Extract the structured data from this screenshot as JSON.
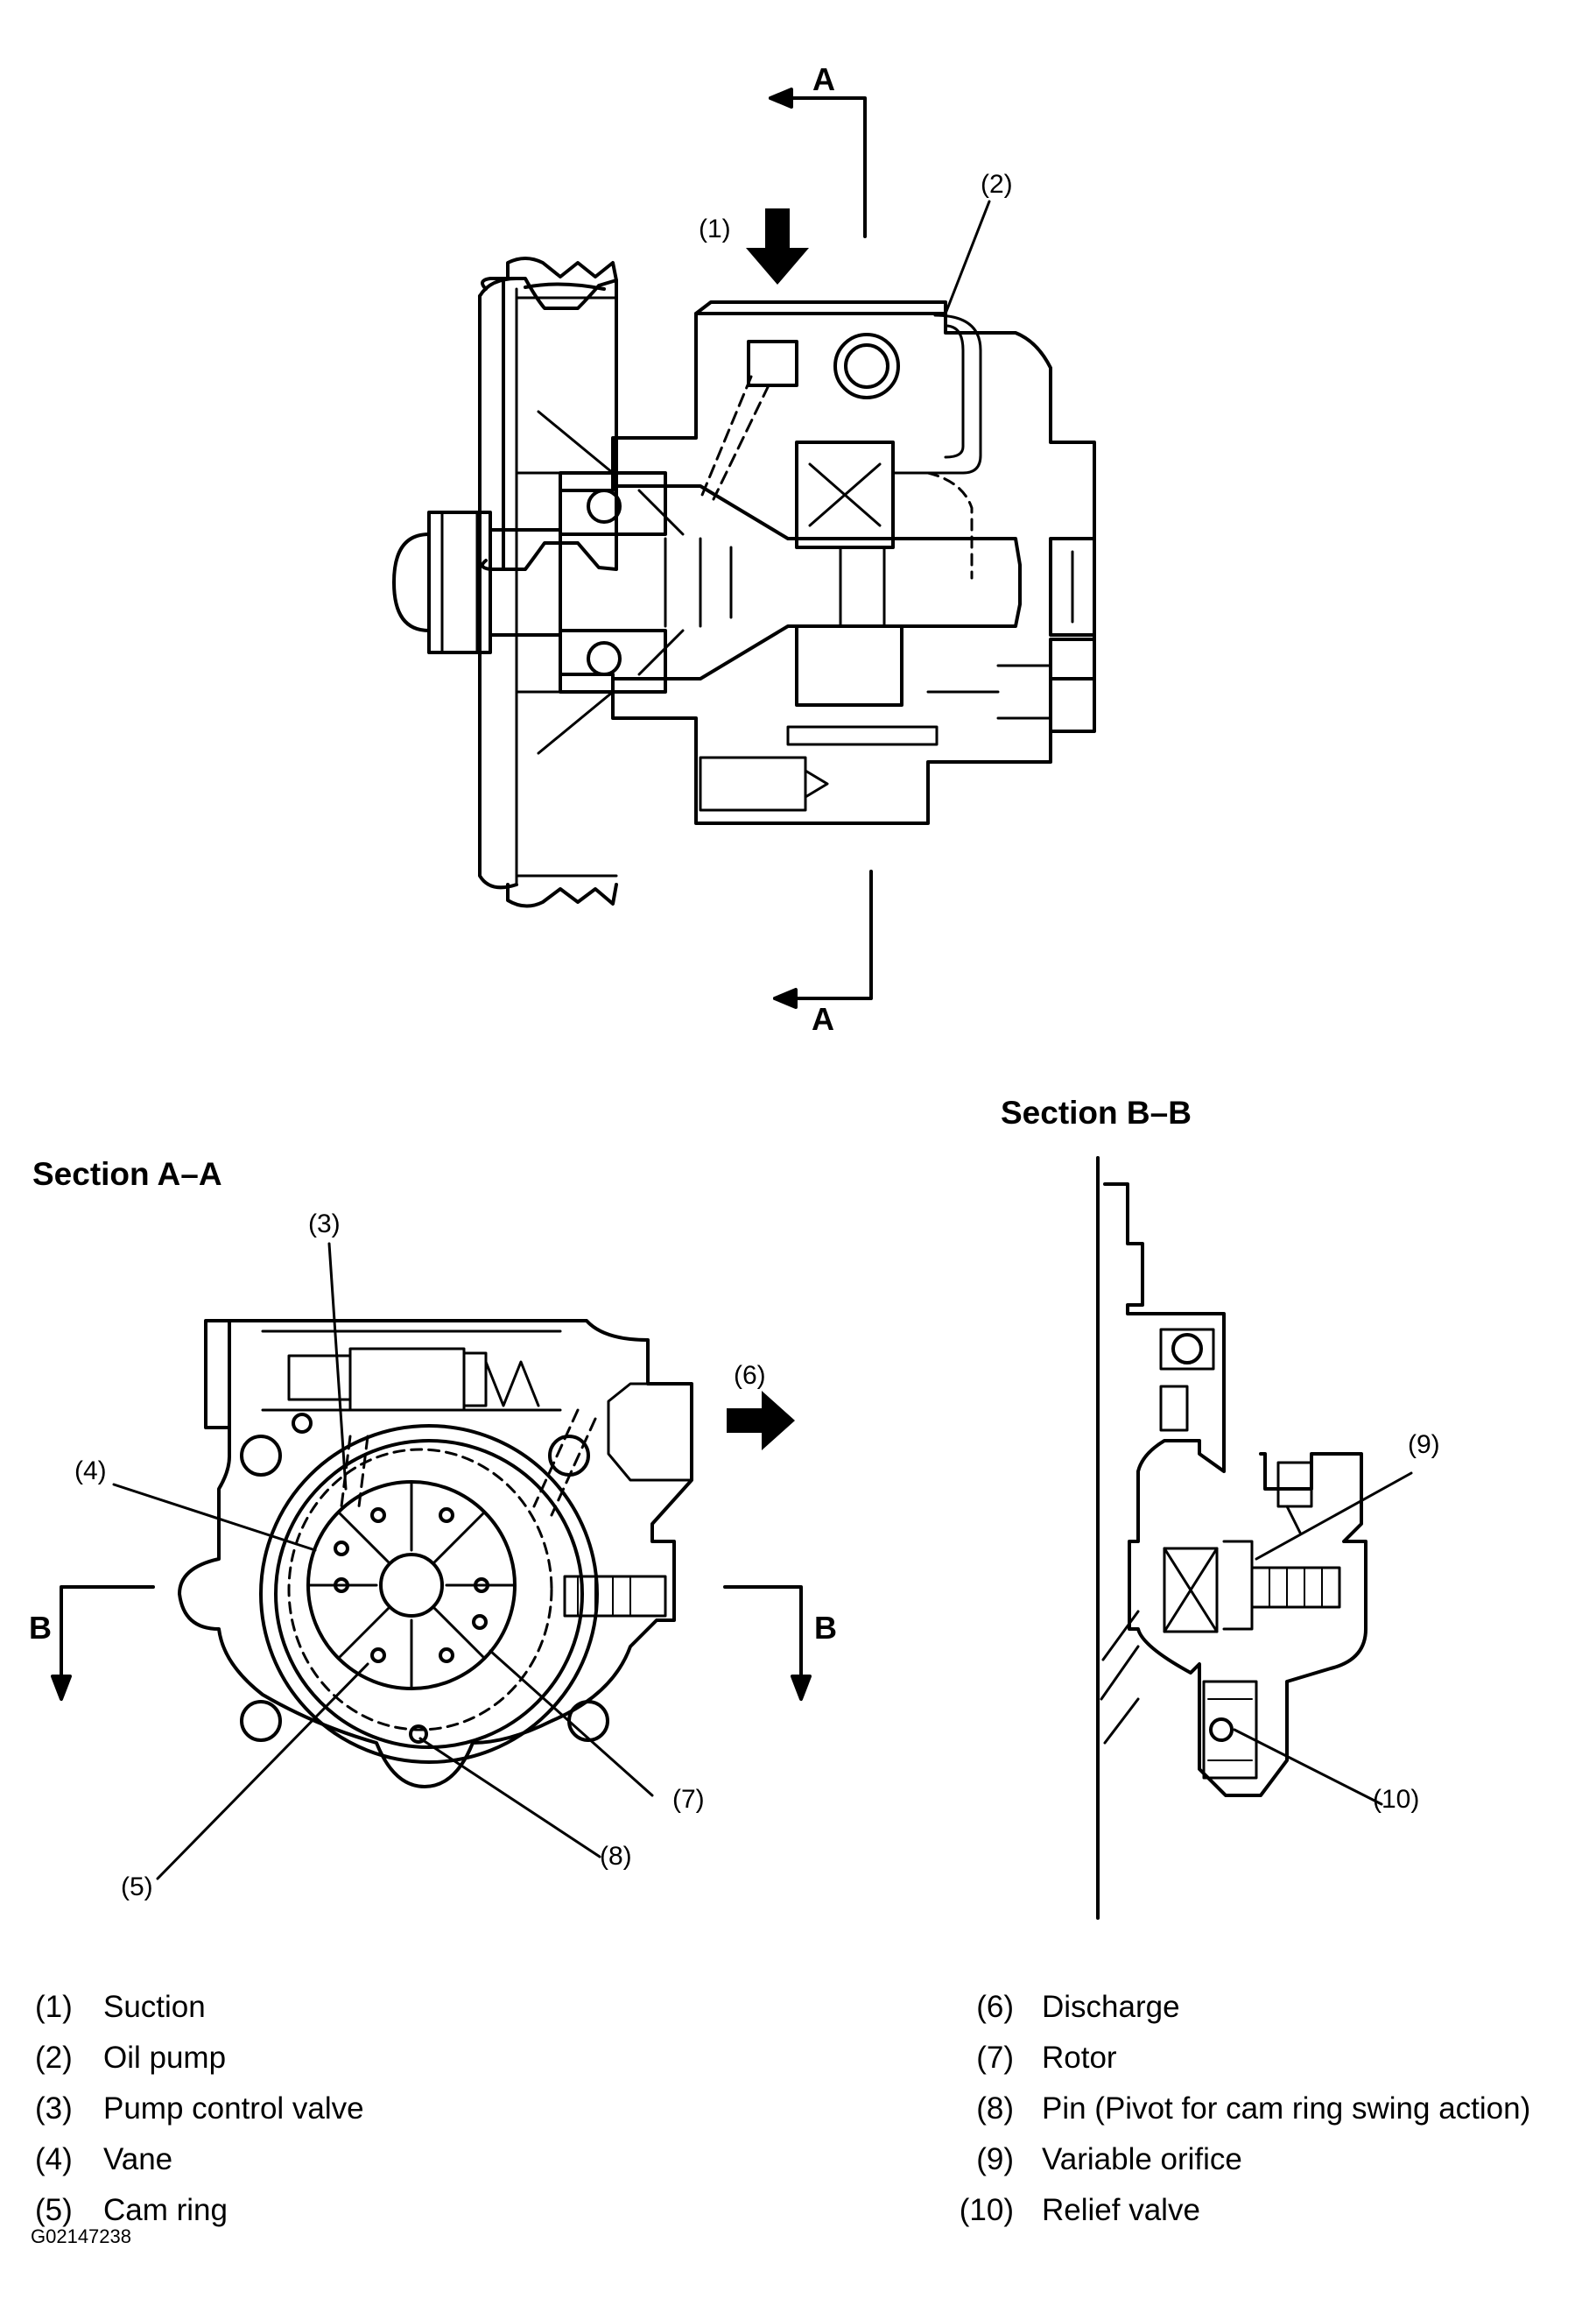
{
  "cut_marks": {
    "a_top": "A",
    "a_bottom": "A",
    "b_left": "B",
    "b_right": "B"
  },
  "callouts": {
    "c1": "(1)",
    "c2": "(2)",
    "c3": "(3)",
    "c4": "(4)",
    "c5": "(5)",
    "c6": "(6)",
    "c7": "(7)",
    "c8": "(8)",
    "c9": "(9)",
    "c10": "(10)"
  },
  "sections": {
    "a": "Section A–A",
    "b": "Section B–B"
  },
  "legend": {
    "left": [
      {
        "num": "(1)",
        "label": "Suction"
      },
      {
        "num": "(2)",
        "label": "Oil pump"
      },
      {
        "num": "(3)",
        "label": "Pump control valve"
      },
      {
        "num": "(4)",
        "label": "Vane"
      },
      {
        "num": "(5)",
        "label": "Cam ring"
      }
    ],
    "right": [
      {
        "num": "(6)",
        "label": "Discharge"
      },
      {
        "num": "(7)",
        "label": "Rotor"
      },
      {
        "num": "(8)",
        "label": "Pin (Pivot for cam ring swing action)"
      },
      {
        "num": "(9)",
        "label": "Variable orifice"
      },
      {
        "num": "(10)",
        "label": "Relief valve"
      }
    ]
  },
  "figure_code": "G02147238"
}
